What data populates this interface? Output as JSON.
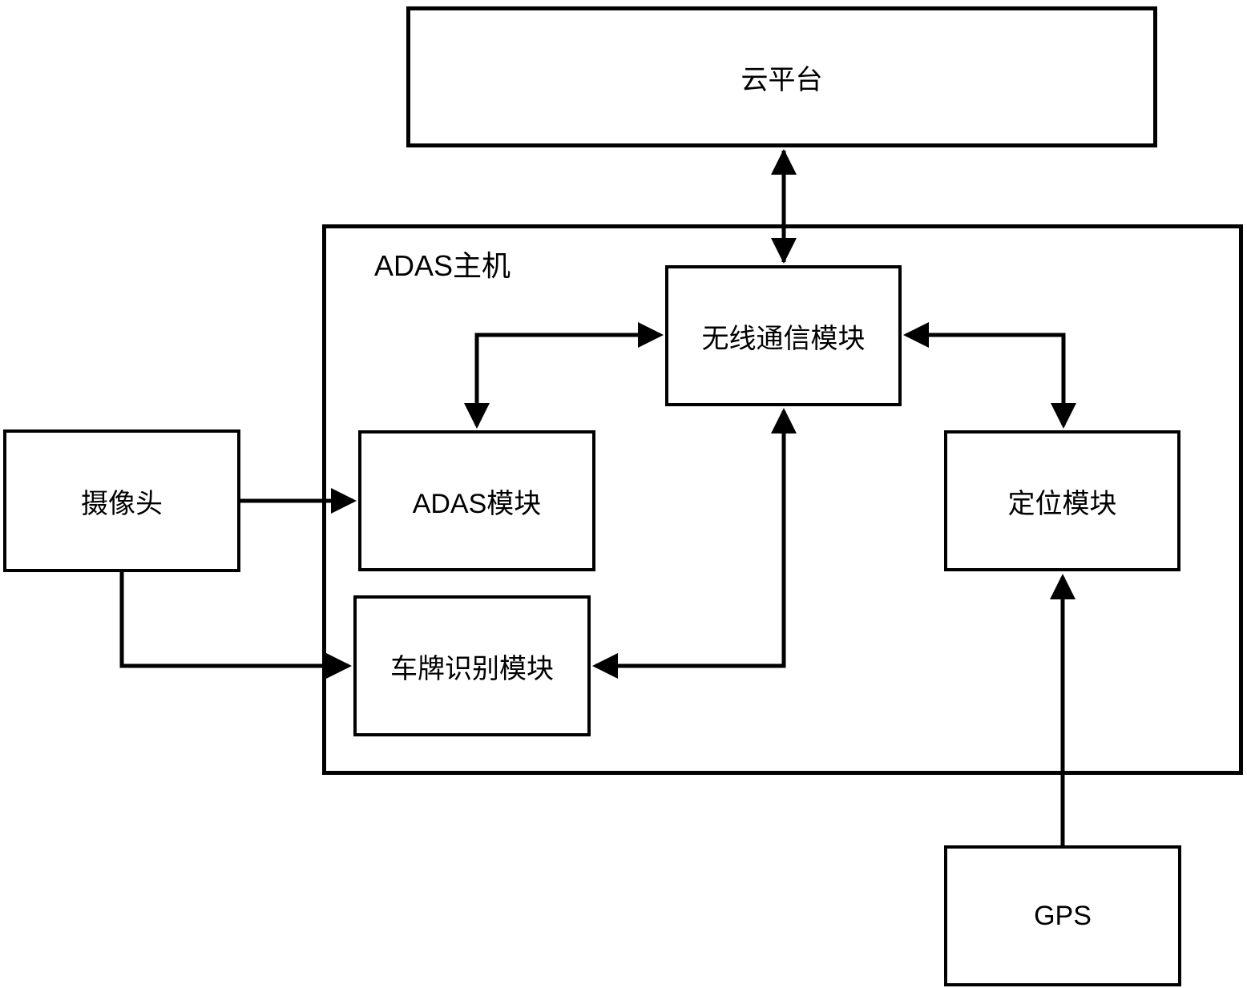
{
  "page": {
    "background": "#ffffff"
  },
  "diagram": {
    "type": "block-diagram",
    "nodes": {
      "cloud": {
        "label": "云平台"
      },
      "host": {
        "label": "ADAS主机"
      },
      "wireless": {
        "label": "无线通信模块"
      },
      "adas_module": {
        "label": "ADAS模块"
      },
      "positioning": {
        "label": "定位模块"
      },
      "plate_recognition": {
        "label": "车牌识别模块"
      },
      "camera": {
        "label": "摄像头"
      },
      "gps": {
        "label": "GPS"
      }
    },
    "edges": [
      {
        "from": "cloud",
        "to": "wireless",
        "direction": "bidirectional"
      },
      {
        "from": "wireless",
        "to": "adas_module",
        "direction": "bidirectional"
      },
      {
        "from": "wireless",
        "to": "positioning",
        "direction": "bidirectional"
      },
      {
        "from": "wireless",
        "to": "plate_recognition",
        "direction": "bidirectional"
      },
      {
        "from": "camera",
        "to": "adas_module",
        "direction": "forward"
      },
      {
        "from": "camera",
        "to": "plate_recognition",
        "direction": "forward"
      },
      {
        "from": "gps",
        "to": "positioning",
        "direction": "forward"
      }
    ],
    "colors": {
      "line": "#000000",
      "box_fill": "#ffffff",
      "text": "#000000"
    }
  }
}
